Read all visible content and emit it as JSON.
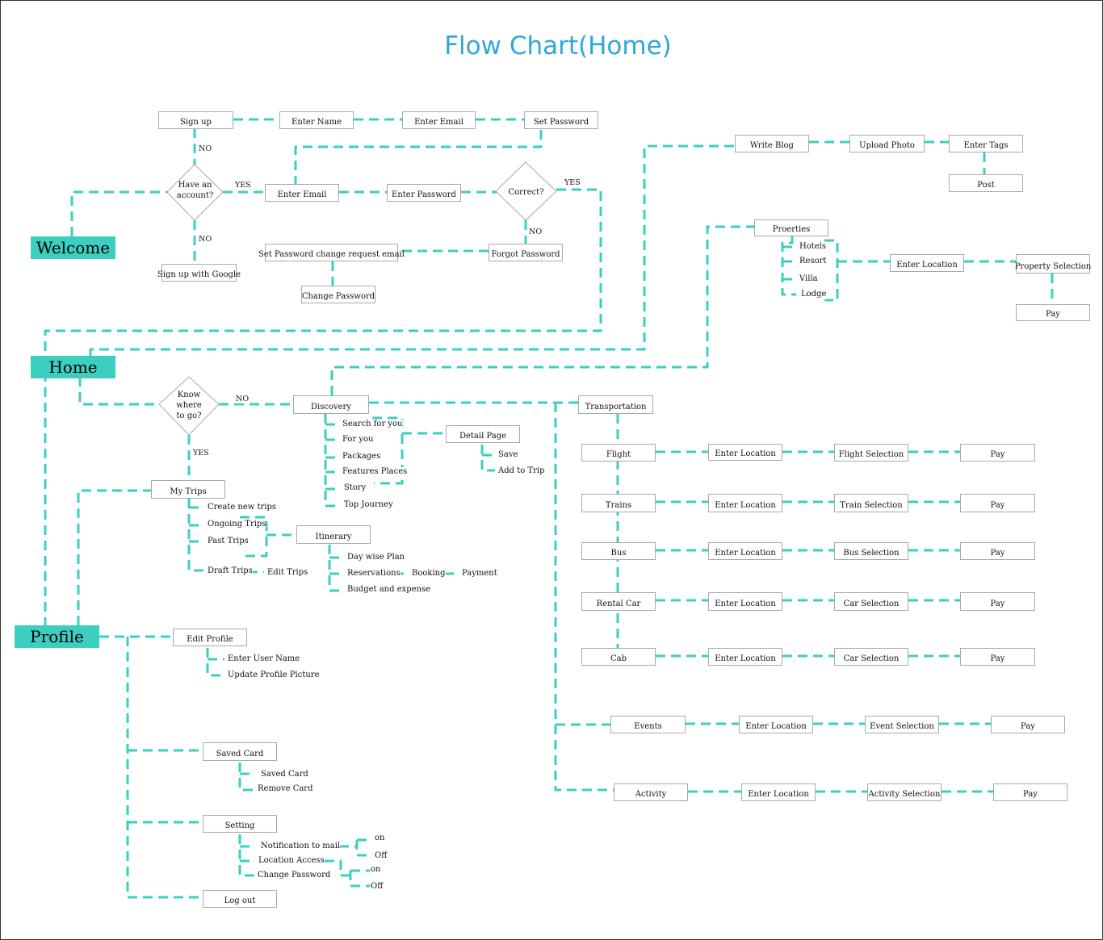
{
  "title": "Flow Chart(Home)",
  "colors": {
    "connector": "#3ccfc0",
    "title": "#2ea7d8",
    "box_border": "#a9a9a9"
  },
  "sections": {
    "welcome": "Welcome",
    "home": "Home",
    "profile": "Profile"
  },
  "auth": {
    "sign_up": "Sign up",
    "enter_name": "Enter Name",
    "enter_email_1": "Enter Email",
    "set_password": "Set Password",
    "have_account_1": "Have an",
    "have_account_2": "account?",
    "enter_email_2": "Enter Email",
    "enter_password": "Enter  Password",
    "correct": "Correct?",
    "forgot_password": "Forgot  Password",
    "set_password_change": "Set Password change request email",
    "change_password": "Change  Password",
    "google": "Sign up with Google",
    "yes": "YES",
    "no": "NO"
  },
  "blog": {
    "write_blog": "Write Blog",
    "upload_photo": "Upload Photo",
    "enter_tags": "Enter Tags",
    "post": "Post"
  },
  "properties": {
    "proerties": "Proerties",
    "hotels": "Hotels",
    "resort": "Resort",
    "villa": "Villa",
    "lodge": "Lodge",
    "enter_location": "Enter Location",
    "property_selection": "Property Selection",
    "pay": "Pay"
  },
  "home": {
    "know_1": "Know",
    "know_2": "where",
    "know_3": "to go?",
    "yes": "YES",
    "no": "NO",
    "discovery": "Discovery",
    "discovery_items": [
      "Search for you",
      "For you",
      "Packages",
      "Features Places",
      "Story",
      "Top Journey"
    ],
    "detail_page": "Detail Page",
    "save": "Save",
    "add_to_trip": "Add to Trip",
    "my_trips": "My Trips",
    "trip_items": [
      "Create new trips",
      "Ongoing Trips",
      "Past Trips",
      "Draft Trips"
    ],
    "edit_trips": "Edit Trips",
    "itinerary": "Itinerary",
    "itinerary_items": [
      "Day wise Plan",
      "Reservations",
      "Budget and expense"
    ],
    "booking": "Booking",
    "payment": "Payment"
  },
  "transport": {
    "transportation": "Transportation",
    "rows": [
      {
        "mode": "Flight",
        "loc": "Enter Location",
        "sel": "Flight Selection",
        "pay": "Pay"
      },
      {
        "mode": "Trains",
        "loc": "Enter Location",
        "sel": "Train Selection",
        "pay": "Pay"
      },
      {
        "mode": "Bus",
        "loc": "Enter Location",
        "sel": "Bus Selection",
        "pay": "Pay"
      },
      {
        "mode": "Rental Car",
        "loc": "Enter Location",
        "sel": "Car Selection",
        "pay": "Pay"
      },
      {
        "mode": "Cab",
        "loc": "Enter Location",
        "sel": "Car Selection",
        "pay": "Pay"
      }
    ],
    "events": {
      "mode": "Events",
      "loc": "Enter Location",
      "sel": "Event Selection",
      "pay": "Pay"
    },
    "activity": {
      "mode": "Activity",
      "loc": "Enter Location",
      "sel": "Activity Selection",
      "pay": "Pay"
    }
  },
  "profile": {
    "edit_profile": "Edit Profile",
    "enter_user_name": "Enter User Name",
    "update_picture": "Update Profile Picture",
    "saved_card_box": "Saved Card",
    "saved_card": "Saved Card",
    "remove_card": "Remove Card",
    "setting": "Setting",
    "notification": "Notification to mail",
    "location_access": "Location Access",
    "change_password": "Change Password",
    "on_1": "on",
    "off_1": "Off",
    "on_2": "on",
    "off_2": "Off",
    "log_out": "Log out"
  }
}
